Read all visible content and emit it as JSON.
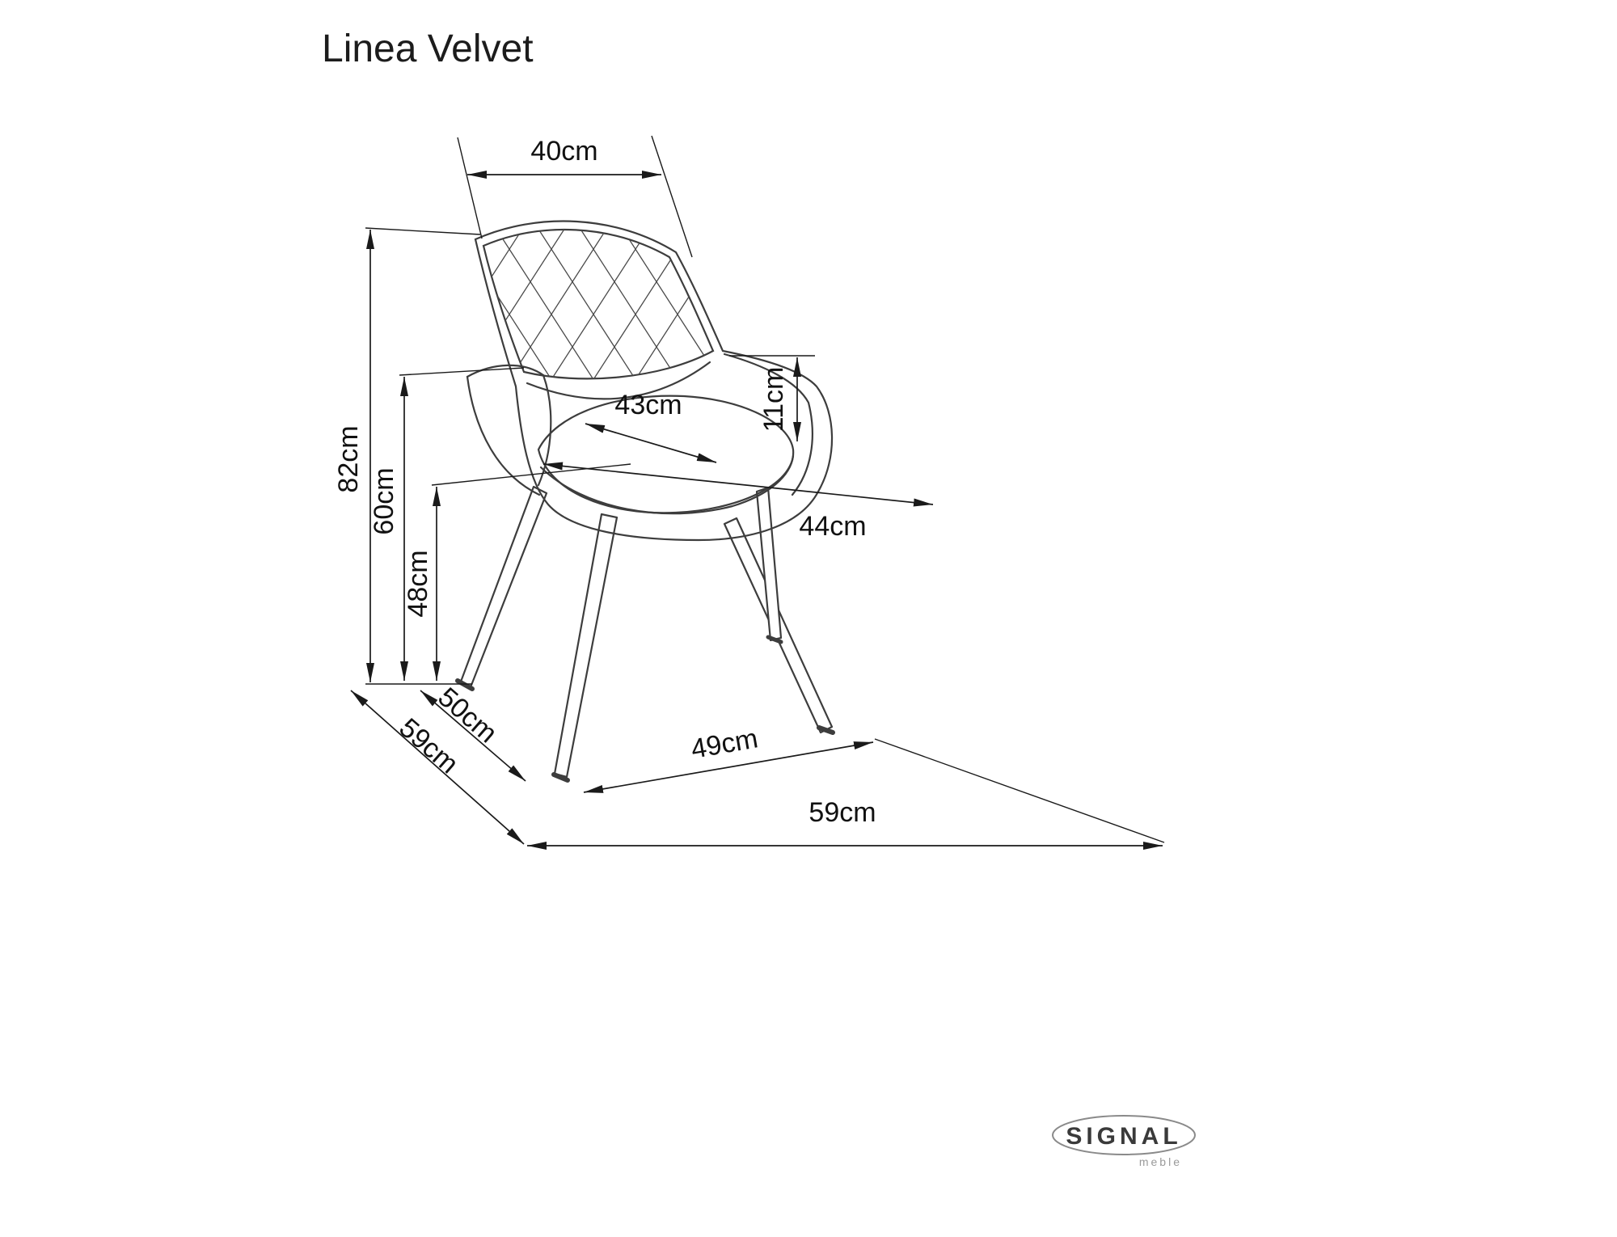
{
  "title": "Linea Velvet",
  "dimensions": {
    "back_width": "40cm",
    "total_height": "82cm",
    "armrest_height": "60cm",
    "seat_height": "48cm",
    "cushion_thickness": "11cm",
    "seat_width": "43cm",
    "seat_depth": "44cm",
    "base_inner_depth": "50cm",
    "base_depth": "59cm",
    "front_leg_span": "49cm",
    "total_width": "59cm"
  },
  "logo": {
    "brand": "SIGNAL",
    "sub": "meble"
  }
}
